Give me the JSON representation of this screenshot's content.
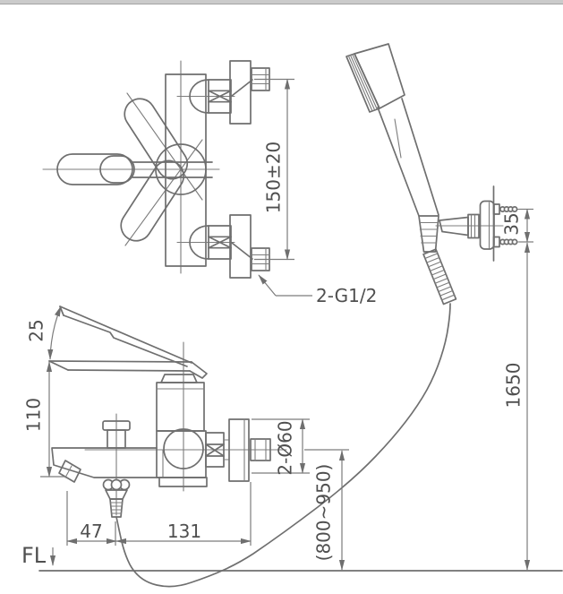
{
  "colors": {
    "background": "#ffffff",
    "top_bar": "#cbcbcb",
    "outline": "#6f6f6f",
    "dimension_line": "#7c7c7c",
    "text": "#4f4f4f"
  },
  "annotations": {
    "supply_center_distance": "150±20",
    "connection_thread": "2-G1/2",
    "bracket_hole_pitch": "35",
    "shower_hook_height": "1650",
    "handle_angle": "25",
    "body_height": "110",
    "spout_left_offset": "47",
    "spout_wall_distance": "131",
    "escutcheon_diameter": "2-Ø60",
    "recommended_install_height": "(800~950)",
    "floor_level": "FL"
  }
}
